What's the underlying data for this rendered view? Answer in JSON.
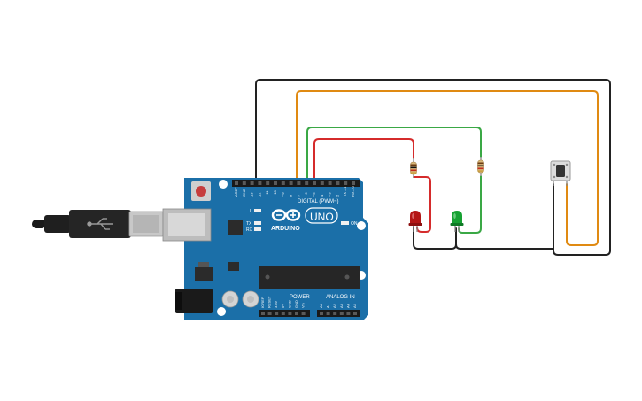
{
  "board": {
    "logo_text": "ARDUINO",
    "model_text": "UNO",
    "digital_header": "DIGITAL (PWM~)",
    "power_header": "POWER",
    "analog_header": "ANALOG IN",
    "on_label": "ON",
    "l_label": "L",
    "tx_label": "TX",
    "rx_label": "RX",
    "aref_label": "AREF",
    "gnd_label": "GND",
    "digital_pins": [
      "13",
      "12",
      "~11",
      "~10",
      "~9",
      "8",
      "7",
      "~6",
      "~5",
      "4",
      "~3",
      "2",
      "TX→1",
      "RX←0"
    ],
    "power_pins": [
      "IOREF",
      "RESET",
      "3.3V",
      "5V",
      "GND",
      "GND",
      "Vin"
    ],
    "analog_pins": [
      "A0",
      "A1",
      "A2",
      "A3",
      "A4",
      "A5"
    ]
  },
  "colors": {
    "board": "#1b6fa8",
    "wire_black": "#222222",
    "wire_orange": "#e08a12",
    "wire_green": "#3aa845",
    "wire_red": "#d52b2b",
    "led_red": "#b31616",
    "led_green": "#16a132"
  },
  "components": {
    "resistors": [
      "resistor-red-led",
      "resistor-green-led"
    ],
    "leds": [
      "red-led",
      "green-led"
    ],
    "button": "push-button"
  }
}
